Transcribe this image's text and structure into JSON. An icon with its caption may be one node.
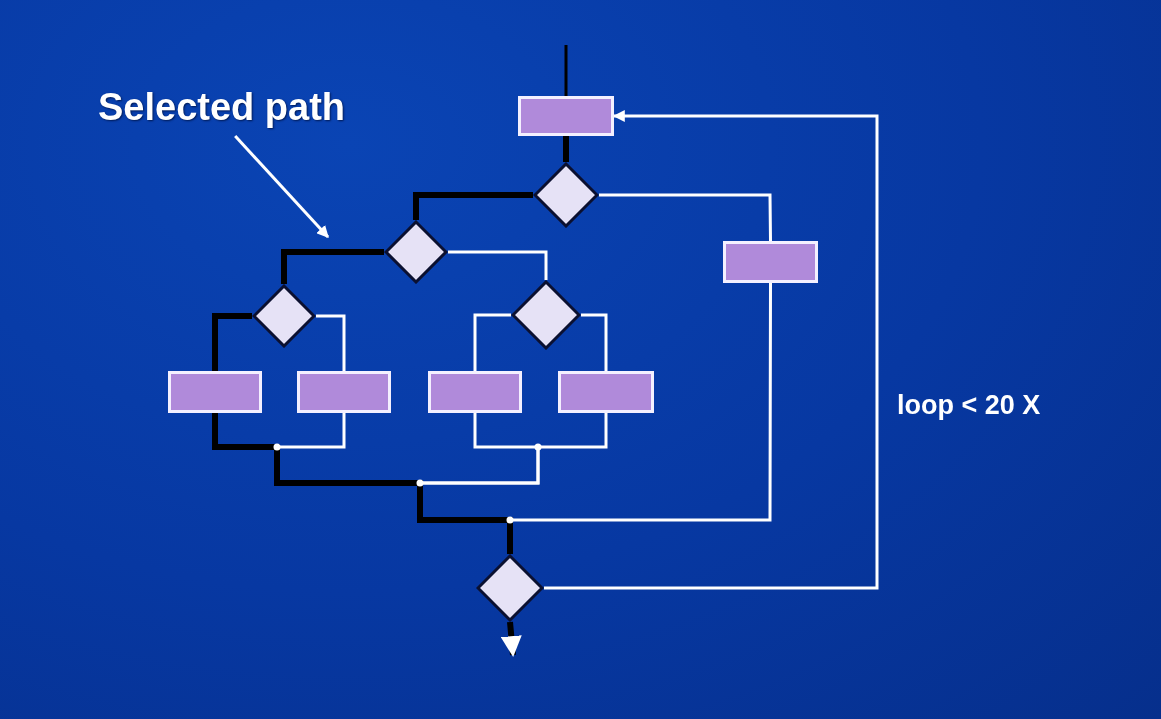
{
  "diagram": {
    "nodes": [
      {
        "text": [],
        "shape": "box"
      },
      {
        "text": [],
        "shape": "diamond"
      },
      {
        "text": [],
        "shape": "diamond"
      },
      {
        "text": [],
        "shape": "box"
      },
      {
        "text": [],
        "shape": "diamond"
      },
      {
        "text": [],
        "shape": "diamond"
      },
      {
        "text": [],
        "shape": "box"
      },
      {
        "text": [],
        "shape": "box"
      },
      {
        "text": [],
        "shape": "box"
      },
      {
        "text": [],
        "shape": "box"
      },
      {
        "text": [],
        "shape": "diamond"
      },
      {
        "text": [
          "Selected path"
        ]
      }
    ],
    "edges": [
      {
        "from": null,
        "to": 0,
        "arrow": "none",
        "color": "#000000"
      },
      {
        "from": 0,
        "to": 1,
        "arrow": "none",
        "style": "thick",
        "color": "#000000"
      },
      {
        "from": 1,
        "to": 2,
        "arrow": "none",
        "style": "thick",
        "color": "#000000"
      },
      {
        "from": 1,
        "to": 3,
        "arrow": "none"
      },
      {
        "from": 2,
        "to": 4,
        "arrow": "none",
        "style": "thick",
        "color": "#000000"
      },
      {
        "from": 2,
        "to": 5,
        "arrow": "none"
      },
      {
        "from": 4,
        "to": 6,
        "arrow": "none",
        "style": "thick",
        "color": "#000000"
      },
      {
        "from": 4,
        "to": 7,
        "arrow": "none"
      },
      {
        "from": 5,
        "to": 8,
        "arrow": "none"
      },
      {
        "from": 5,
        "to": 9,
        "arrow": "none"
      },
      {
        "from": 7,
        "to": 10,
        "arrow": "none"
      },
      {
        "from": 8,
        "to": 10,
        "arrow": "none"
      },
      {
        "from": 9,
        "to": 10,
        "arrow": "none"
      },
      {
        "from": 3,
        "to": 10,
        "arrow": "none"
      },
      {
        "from": 6,
        "to": 10,
        "arrow": "none",
        "style": "thick",
        "color": "#000000"
      },
      {
        "from": 10,
        "to": 0,
        "arrow": "to",
        "label": "loop < 20 X"
      },
      {
        "from": 10,
        "to": null,
        "arrow": "to",
        "style": "thick",
        "color": "#000000"
      },
      {
        "from": 11,
        "to": null,
        "arrow": "to"
      }
    ]
  }
}
